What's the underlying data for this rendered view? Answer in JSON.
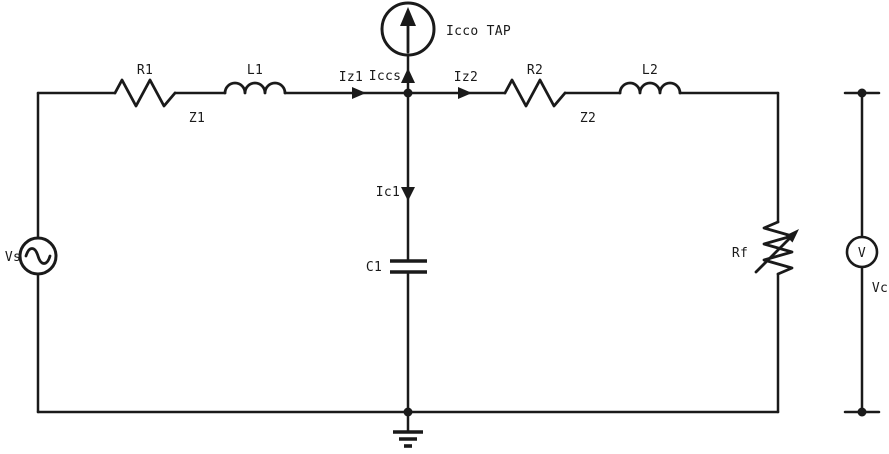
{
  "diagram": {
    "kind": "circuit-schematic",
    "background_color": "#ffffff",
    "line_color": "#1a1a1a",
    "source": {
      "label": "Vs"
    },
    "impedance1": {
      "resistor": "R1",
      "inductor": "L1",
      "group": "Z1"
    },
    "impedance2": {
      "resistor": "R2",
      "inductor": "L2",
      "group": "Z2"
    },
    "tap_source": {
      "label": "Icco TAP"
    },
    "currents": {
      "iz1": "Iz1",
      "iccs": "Iccs",
      "iz2": "Iz2",
      "ic1": "Ic1"
    },
    "capacitor": {
      "label": "C1"
    },
    "load": {
      "label": "Rf"
    },
    "voltmeter": {
      "symbol": "V",
      "label": "Vc"
    }
  }
}
